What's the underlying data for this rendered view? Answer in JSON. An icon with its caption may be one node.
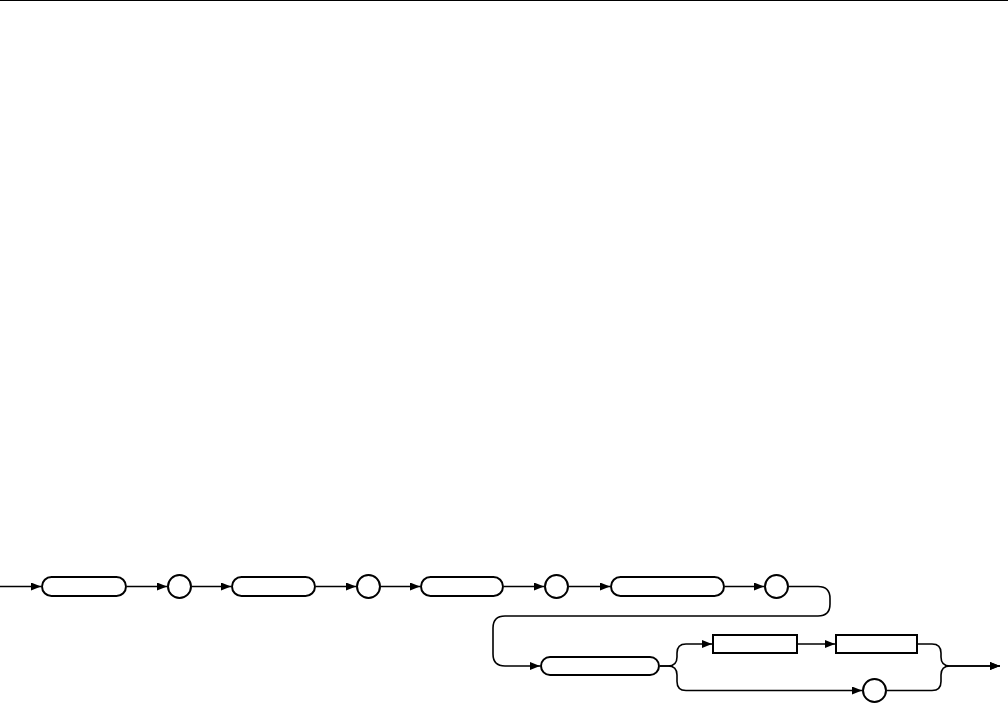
{
  "diagram": {
    "nodes": [
      {
        "text": [],
        "shape": "capsule"
      },
      {
        "text": [],
        "shape": "circle"
      },
      {
        "text": [],
        "shape": "capsule"
      },
      {
        "text": [],
        "shape": "circle"
      },
      {
        "text": [],
        "shape": "capsule"
      },
      {
        "text": [],
        "shape": "circle"
      },
      {
        "text": [],
        "shape": "capsule"
      },
      {
        "text": [],
        "shape": "circle"
      },
      {
        "text": [],
        "shape": "capsule"
      },
      {
        "text": [],
        "shape": "box"
      },
      {
        "text": [],
        "shape": "box"
      },
      {
        "text": [],
        "shape": "circle"
      }
    ],
    "edges": [
      {
        "from": null,
        "to": 0,
        "arrow": "to"
      },
      {
        "from": 0,
        "to": 1,
        "arrow": "to"
      },
      {
        "from": 1,
        "to": 2,
        "arrow": "to"
      },
      {
        "from": 2,
        "to": 3,
        "arrow": "to"
      },
      {
        "from": 3,
        "to": 4,
        "arrow": "to"
      },
      {
        "from": 4,
        "to": 5,
        "arrow": "to"
      },
      {
        "from": 5,
        "to": 6,
        "arrow": "to"
      },
      {
        "from": 6,
        "to": 7,
        "arrow": "to"
      },
      {
        "from": 7,
        "to": 8,
        "arrow": "to"
      },
      {
        "from": 8,
        "to": 9,
        "arrow": "to"
      },
      {
        "from": 8,
        "to": 11,
        "arrow": "to"
      },
      {
        "from": 9,
        "to": 10,
        "arrow": "to"
      },
      {
        "from": 10,
        "to": null,
        "arrow": "to"
      },
      {
        "from": 11,
        "to": null,
        "arrow": "to"
      }
    ]
  }
}
